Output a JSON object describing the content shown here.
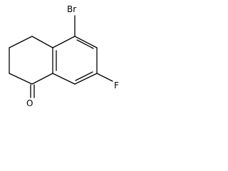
{
  "molecule": {
    "labels": {
      "bromine": "Br",
      "fluorine": "F",
      "oxygen": "O"
    },
    "colors": {
      "bond": "#000000",
      "label": "#000000",
      "background": "#ffffff"
    }
  }
}
